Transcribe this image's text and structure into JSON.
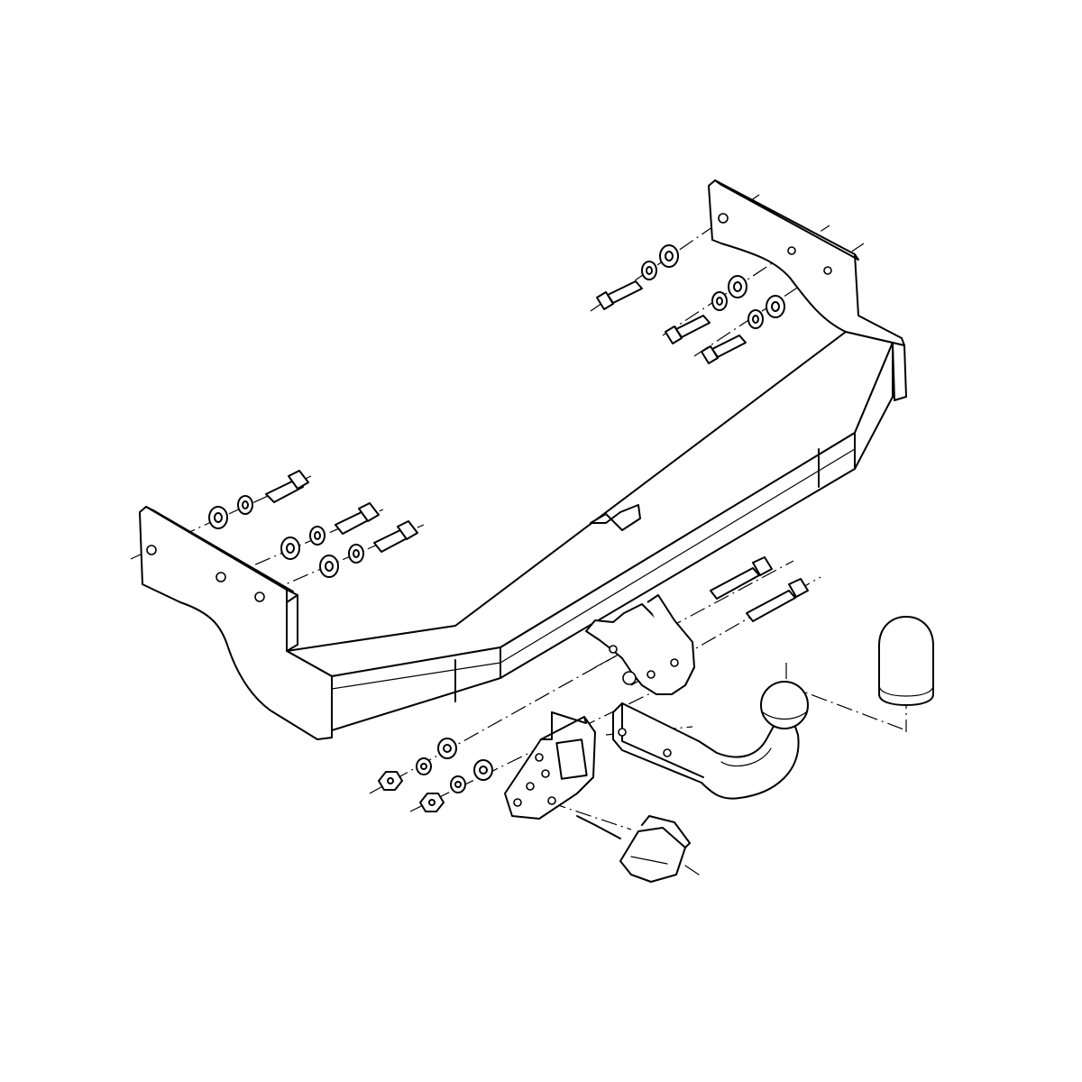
{
  "diagram": {
    "kind": "exploded-assembly-line-drawing",
    "subject": "tow bar",
    "parts": [
      "crossbar",
      "left-mounting-plate",
      "right-mounting-plate",
      "tow-ball-neck",
      "tow-ball",
      "ball-cover-cap",
      "electrical-socket-plate",
      "wiring-connector",
      "bolts",
      "washers",
      "nuts"
    ],
    "colors": {
      "line": "#000000",
      "background": "#ffffff"
    },
    "labels": []
  }
}
